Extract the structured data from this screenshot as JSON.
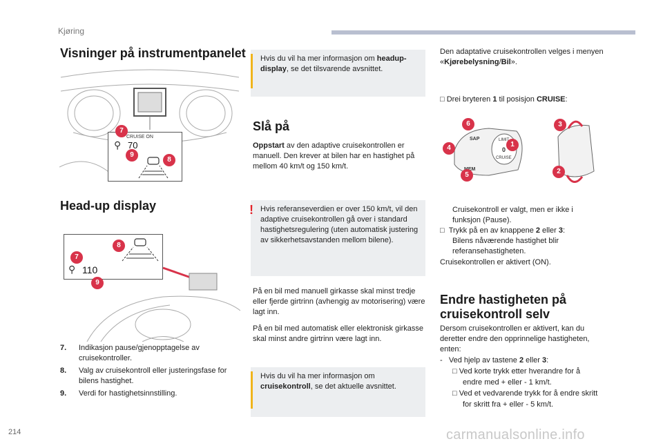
{
  "header": {
    "section": "Kjøring",
    "page_number": "214",
    "watermark": "carmanualsonline.info"
  },
  "col1": {
    "heading1": "Visninger på instrumentpanelet",
    "heading2": "Head-up display",
    "dash_fig": {
      "cruise_label": "CRUISE ON",
      "speed": "70",
      "badges": [
        "7",
        "9",
        "8"
      ]
    },
    "hud_fig": {
      "speed": "110",
      "badges": [
        "8",
        "7",
        "9"
      ]
    },
    "legend": [
      {
        "num": "7.",
        "text": "Indikasjon pause/gjenopptagelse av cruisekontroller."
      },
      {
        "num": "8.",
        "text": "Valg av cruisekontroll eller justeringsfase for bilens hastighet."
      },
      {
        "num": "9.",
        "text": "Verdi for hastighetsinnstilling."
      }
    ]
  },
  "col2": {
    "info1_pre": "Hvis du vil ha mer informasjon om ",
    "info1_bold": "headup-display",
    "info1_post": ", se det tilsvarende avsnittet.",
    "heading": "Slå på",
    "p1_bold": "Oppstart",
    "p1_rest": " av den adaptive cruisekontrollen er manuell. Den krever at bilen har en hastighet på mellom 40 km/t og 150 km/t.",
    "warn": "Hvis referanseverdien er over 150 km/t, vil den adaptive cruisekontrollen gå over i standard hastighetsregulering (uten automatisk justering av sikkerhetsavstanden mellom bilene).",
    "p2": "På en bil med manuell girkasse skal minst tredje eller fjerde girtrinn (avhengig av motorisering) være lagt inn.",
    "p3": "På en bil med automatisk eller elektronisk girkasse skal minst andre girtrinn være lagt inn.",
    "info2_pre": "Hvis du vil ha mer informasjon om ",
    "info2_bold": "cruisekontroll",
    "info2_post": ", se det aktuelle avsnittet."
  },
  "col3": {
    "p1_pre": "Den adaptative cruisekontrollen velges i menyen «",
    "p1_bold": "Kjørebelysning",
    "p1_mid": "/",
    "p1_bold2": "Bil",
    "p1_post": "».",
    "step1_pre": "Drei bryteren ",
    "step1_b1": "1",
    "step1_mid": " til posisjon ",
    "step1_b2": "CRUISE",
    "step1_post": ":",
    "stalk_badges": [
      "6",
      "4",
      "1",
      "5",
      "3",
      "2"
    ],
    "stalk_labels": {
      "sap": "SAP",
      "mem": "MEM",
      "limit": "LIMIT",
      "cruise": "CRUISE",
      "zero": "0"
    },
    "line_a": "Cruisekontroll er valgt, men er ikke i",
    "line_b": "funksjon (Pause).",
    "step2_pre": "Trykk på en av knappene ",
    "step2_b1": "2",
    "step2_mid": " eller ",
    "step2_b2": "3",
    "step2_post": ":",
    "line_c": "Bilens nåværende hastighet blir",
    "line_d": "referansehastigheten.",
    "line_e": "Cruisekontrollen er aktivert (ON).",
    "heading_l1": "Endre hastigheten på",
    "heading_l2": "cruisekontroll selv",
    "p2": "Dersom cruisekontrollen er aktivert, kan du deretter endre den opprinnelige hastigheten, enten:",
    "dash_pre": "Ved hjelp av tastene ",
    "dash_b1": "2",
    "dash_mid": " eller ",
    "dash_b2": "3",
    "dash_post": ":",
    "sub1_l1": "Ved korte trykk etter hverandre for å",
    "sub1_l2": "endre med + eller - 1 km/t.",
    "sub2_l1": "Ved et vedvarende trykk for å endre skritt",
    "sub2_l2": "for skritt fra + eller - 5 km/t."
  }
}
